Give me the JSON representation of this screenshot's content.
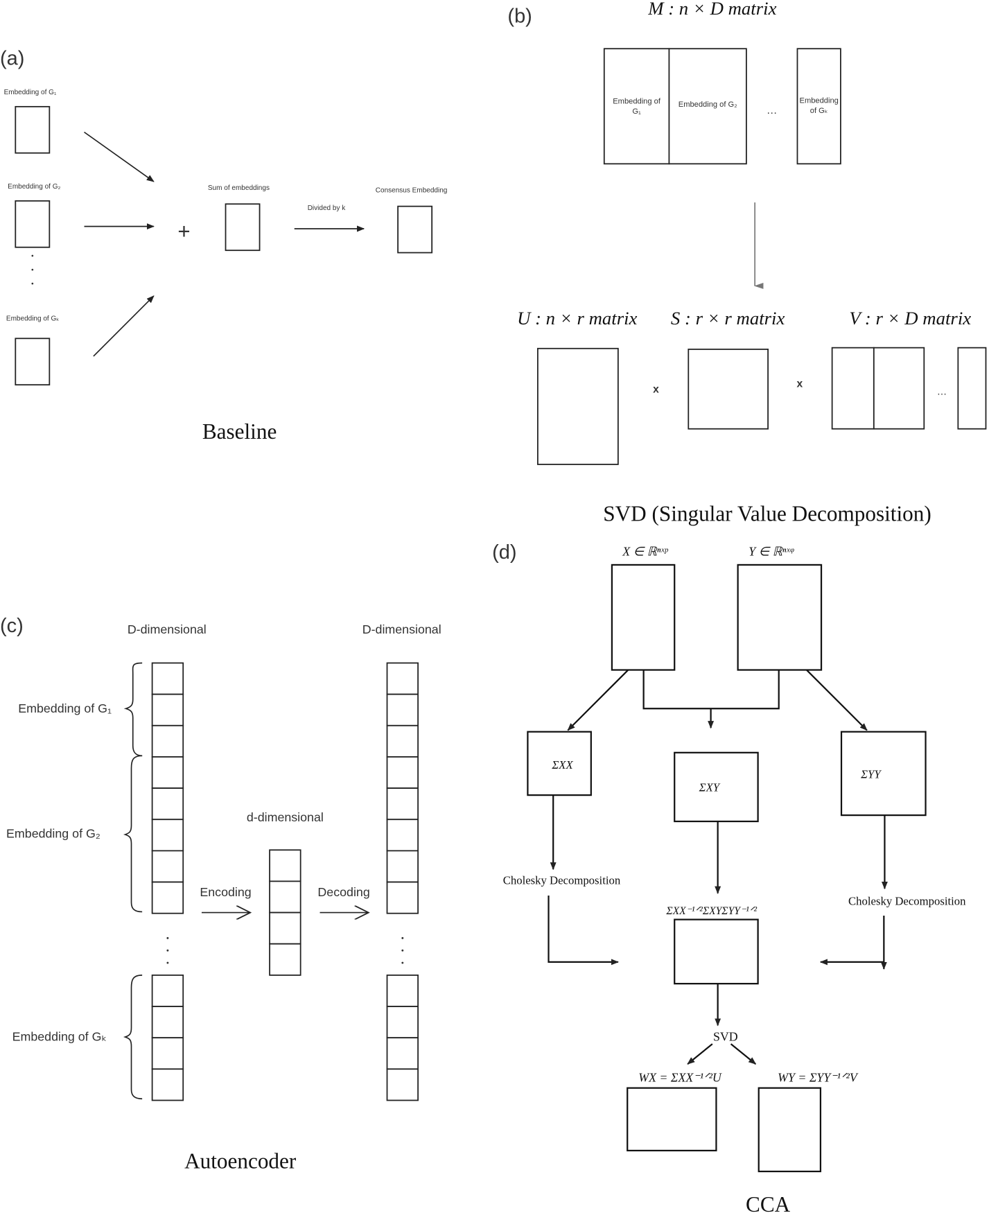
{
  "panels": {
    "a": {
      "label": "(a)",
      "caption": "Baseline",
      "inputs": [
        "Embedding of G₁",
        "Embedding of G₂",
        "Embedding of Gₖ"
      ],
      "plus": "+",
      "sum_label": "Sum of embeddings",
      "divide_label": "Divided by k",
      "consensus_label": "Consensus Embedding"
    },
    "b": {
      "label": "(b)",
      "caption": "SVD (Singular Value Decomposition)",
      "m_title": "M : n × D matrix",
      "m_blocks": [
        "Embedding of",
        "G₁",
        "Embedding of G₂",
        "Embedding",
        "of Gₖ"
      ],
      "ellipsis": "…",
      "u_title": "U : n × r matrix",
      "s_title": "S : r × r matrix",
      "v_title": "V : r × D matrix",
      "times": "x"
    },
    "c": {
      "label": "(c)",
      "caption": "Autoencoder",
      "input_title": "D-dimensional",
      "output_title": "D-dimensional",
      "latent_title": "d-dimensional",
      "groups": [
        "Embedding of G₁",
        "Embedding of G₂",
        "Embedding of Gₖ"
      ],
      "encoding": "Encoding",
      "decoding": "Decoding"
    },
    "d": {
      "label": "(d)",
      "caption": "CCA",
      "x_label": "X ∈ ℝⁿˣᵖ",
      "y_label": "Y ∈ ℝⁿˣᵠ",
      "sxx": "ΣXX",
      "sxy": "ΣXY",
      "syy": "ΣYY",
      "cholesky_left": "Cholesky Decomposition",
      "cholesky_right": "Cholesky Decomposition",
      "product": "ΣXX⁻¹ᐟ²ΣXYΣYY⁻¹ᐟ²",
      "svd": "SVD",
      "wx": "WX = ΣXX⁻¹ᐟ²U",
      "wy": "WY = ΣYY⁻¹ᐟ²V"
    }
  }
}
